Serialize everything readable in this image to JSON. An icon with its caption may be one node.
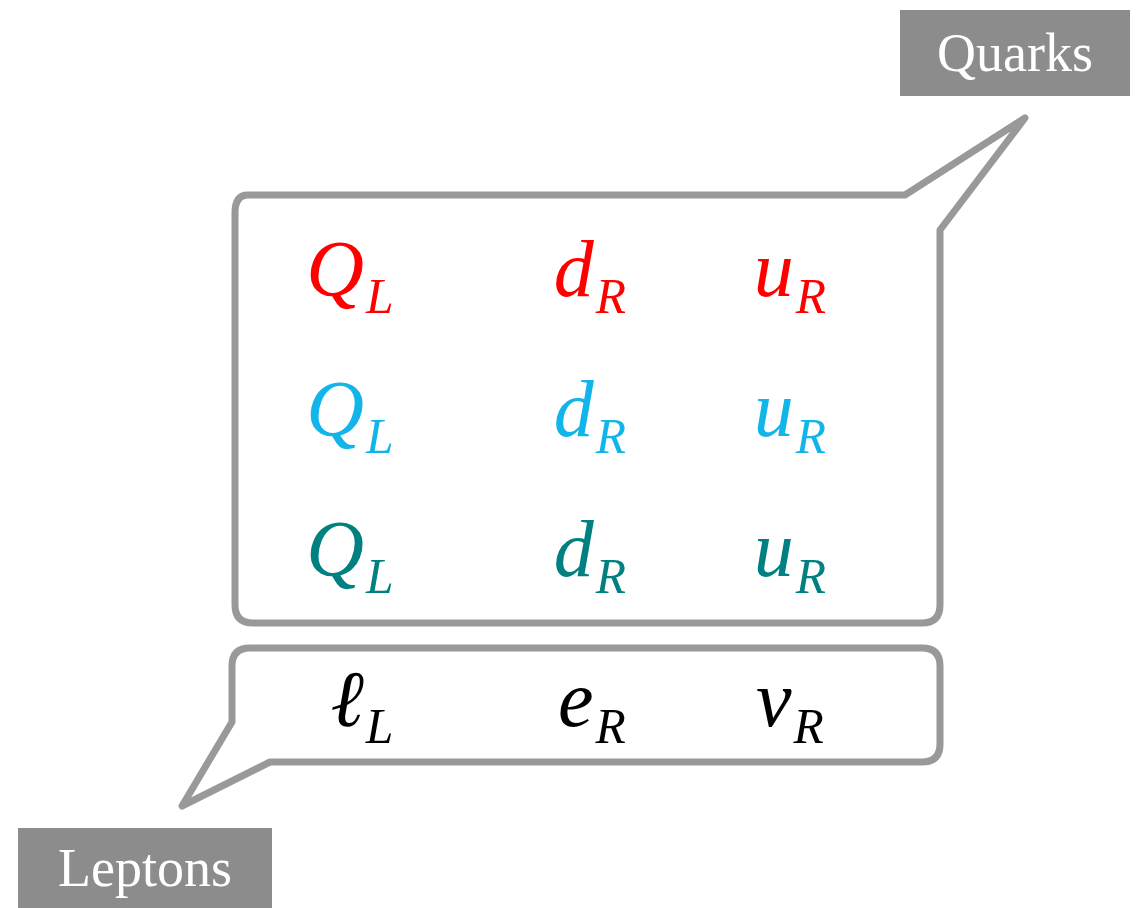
{
  "diagram": {
    "nodes": [
      {
        "text": [
          "Quarks"
        ]
      },
      {
        "text": [
          "Q$_{L}$",
          "d$_{R}$",
          "u$_{R}$",
          "Q$_{L}$",
          "d$_{R}$",
          "u$_{R}$",
          "Q$_{L}$",
          "d$_{R}$",
          "u$_{R}$"
        ]
      },
      {
        "text": [
          "ℓ$_{L}$",
          "e$_{R}$",
          "ν$_{R}$"
        ]
      },
      {
        "text": [
          "Leptons"
        ]
      }
    ]
  }
}
